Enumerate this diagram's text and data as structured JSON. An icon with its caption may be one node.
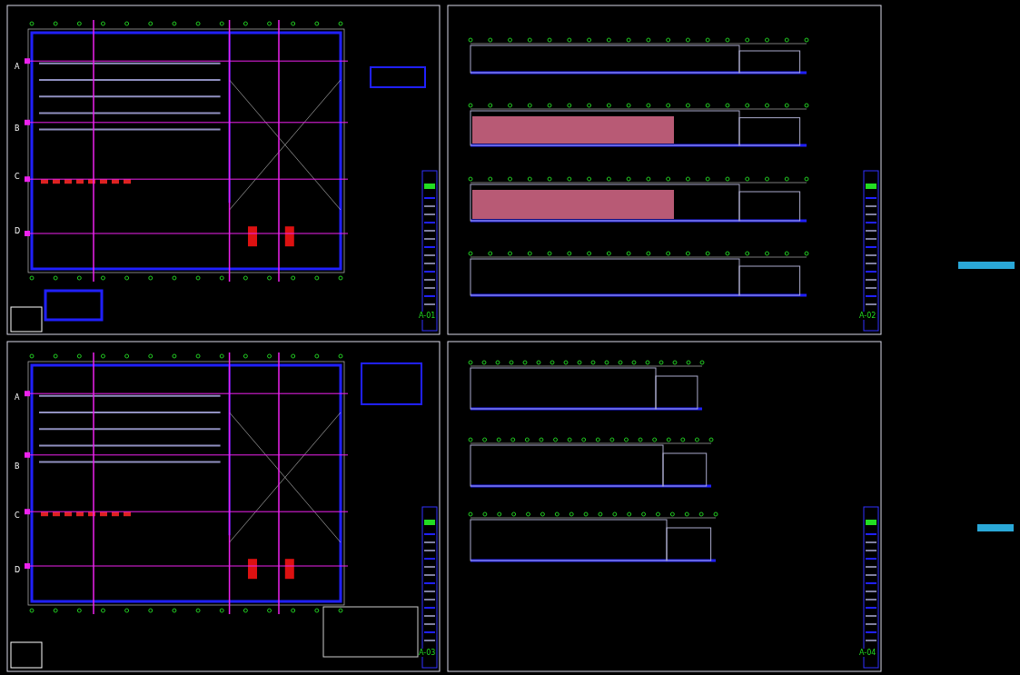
{
  "diagram": {
    "labels": [
      "A",
      "B",
      "C",
      "D",
      "A-01",
      "A-02",
      "A",
      "B",
      "C",
      "D",
      "A-03",
      "A-04"
    ]
  }
}
